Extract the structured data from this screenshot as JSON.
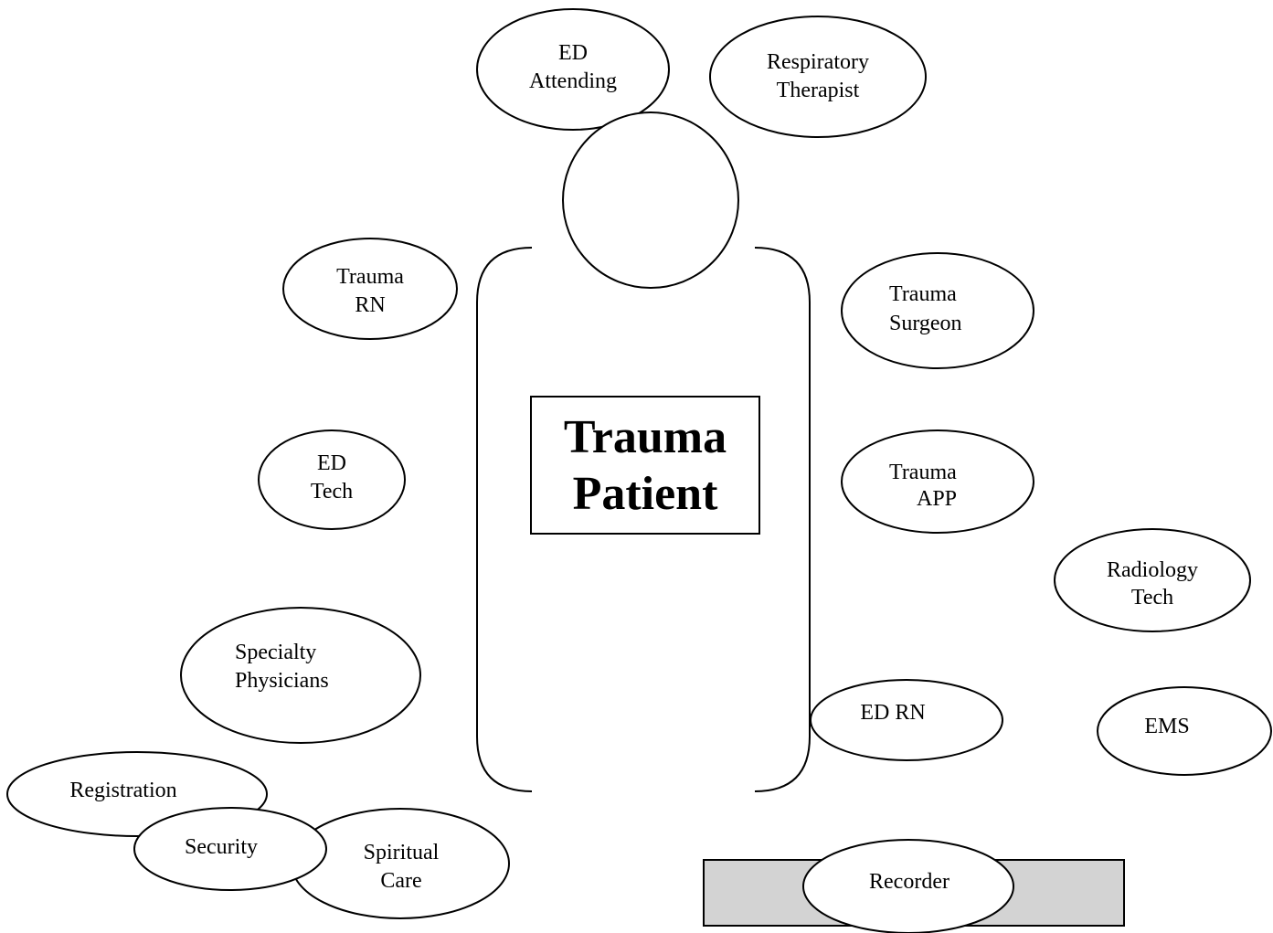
{
  "center": {
    "line1": "Trauma",
    "line2": "Patient"
  },
  "roles": {
    "ed_attending": {
      "line1": "ED",
      "line2": "Attending"
    },
    "respiratory_therapist": {
      "line1": "Respiratory",
      "line2": "Therapist"
    },
    "trauma_rn": {
      "line1": "Trauma",
      "line2": "RN"
    },
    "trauma_surgeon": {
      "line1": "Trauma",
      "line2": "Surgeon"
    },
    "ed_tech": {
      "line1": "ED",
      "line2": "Tech"
    },
    "trauma_app": {
      "line1": "Trauma",
      "line2": "APP"
    },
    "radiology_tech": {
      "line1": "Radiology",
      "line2": "Tech"
    },
    "specialty_physicians": {
      "line1": "Specialty",
      "line2": "Physicians"
    },
    "ed_rn": {
      "line1": "ED RN"
    },
    "ems": {
      "line1": "EMS"
    },
    "registration": {
      "line1": "Registration"
    },
    "security": {
      "line1": "Security"
    },
    "spiritual_care": {
      "line1": "Spiritual",
      "line2": "Care"
    },
    "recorder": {
      "line1": "Recorder"
    }
  }
}
